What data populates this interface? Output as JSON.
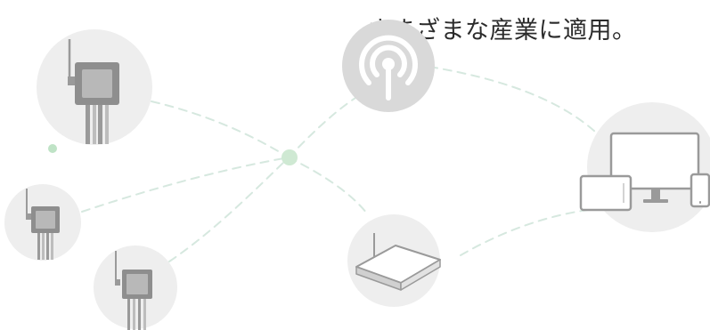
{
  "headline": "さまざまな産業に適用。",
  "colors": {
    "background": "#ffffff",
    "circle_fill": "#eeeeee",
    "circle_fill_dark": "#d6d6d6",
    "dash_line": "#d6e8df",
    "hub_node": "#cfe9d3",
    "small_dot": "#bfe3c6",
    "device_body": "#8e8e8e",
    "device_face": "#b8b8b8",
    "text": "#2b2b2b"
  },
  "nodes": [
    {
      "id": "sensor-large",
      "icon": "iot-sensor-icon"
    },
    {
      "id": "sensor-medium",
      "icon": "iot-sensor-icon"
    },
    {
      "id": "sensor-small",
      "icon": "iot-sensor-icon"
    },
    {
      "id": "hub",
      "icon": "hub-node"
    },
    {
      "id": "wireless-signal",
      "icon": "wireless-signal-icon"
    },
    {
      "id": "router",
      "icon": "router-icon"
    },
    {
      "id": "computers",
      "icon": "devices-icon"
    }
  ]
}
